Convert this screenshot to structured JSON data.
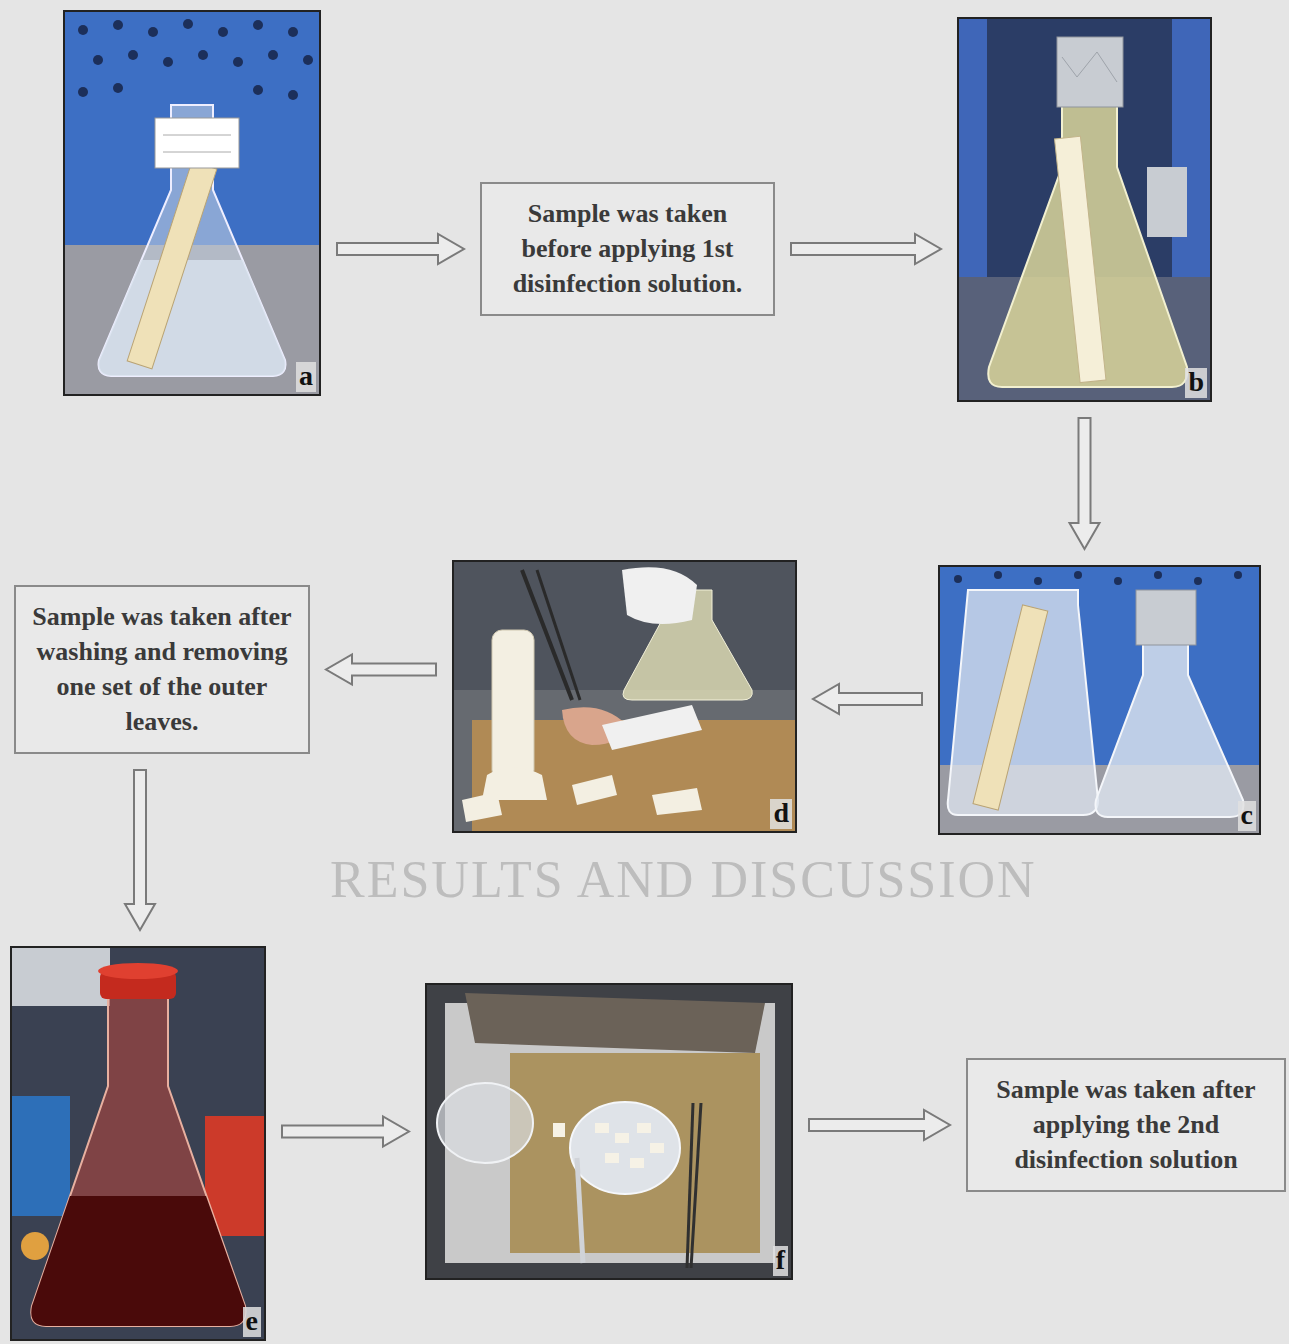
{
  "diagram": {
    "nodes": [
      {
        "text": [
          "a"
        ]
      },
      {
        "text": [
          "Sample was taken before applying 1st disinfection solution."
        ]
      },
      {
        "text": [
          "b"
        ]
      },
      {
        "text": [
          "c"
        ]
      },
      {
        "text": [
          "d"
        ]
      },
      {
        "text": [
          "Sample was taken after washing and removing one set of the outer leaves."
        ]
      },
      {
        "text": [
          "e"
        ]
      },
      {
        "text": [
          "f"
        ]
      },
      {
        "text": [
          "Sample was taken after applying the 2nd disinfection solution"
        ]
      }
    ],
    "edges": [
      {
        "from": 0,
        "to": 1,
        "arrow": "to"
      },
      {
        "from": 1,
        "to": 2,
        "arrow": "to"
      },
      {
        "from": 2,
        "to": 3,
        "arrow": "to"
      },
      {
        "from": 3,
        "to": 4,
        "arrow": "to"
      },
      {
        "from": 4,
        "to": 5,
        "arrow": "to"
      },
      {
        "from": 5,
        "to": 6,
        "arrow": "to"
      },
      {
        "from": 6,
        "to": 7,
        "arrow": "to"
      },
      {
        "from": 7,
        "to": 8,
        "arrow": "to"
      }
    ],
    "labels": [
      "RESULTS AND DISCUSSION"
    ]
  }
}
